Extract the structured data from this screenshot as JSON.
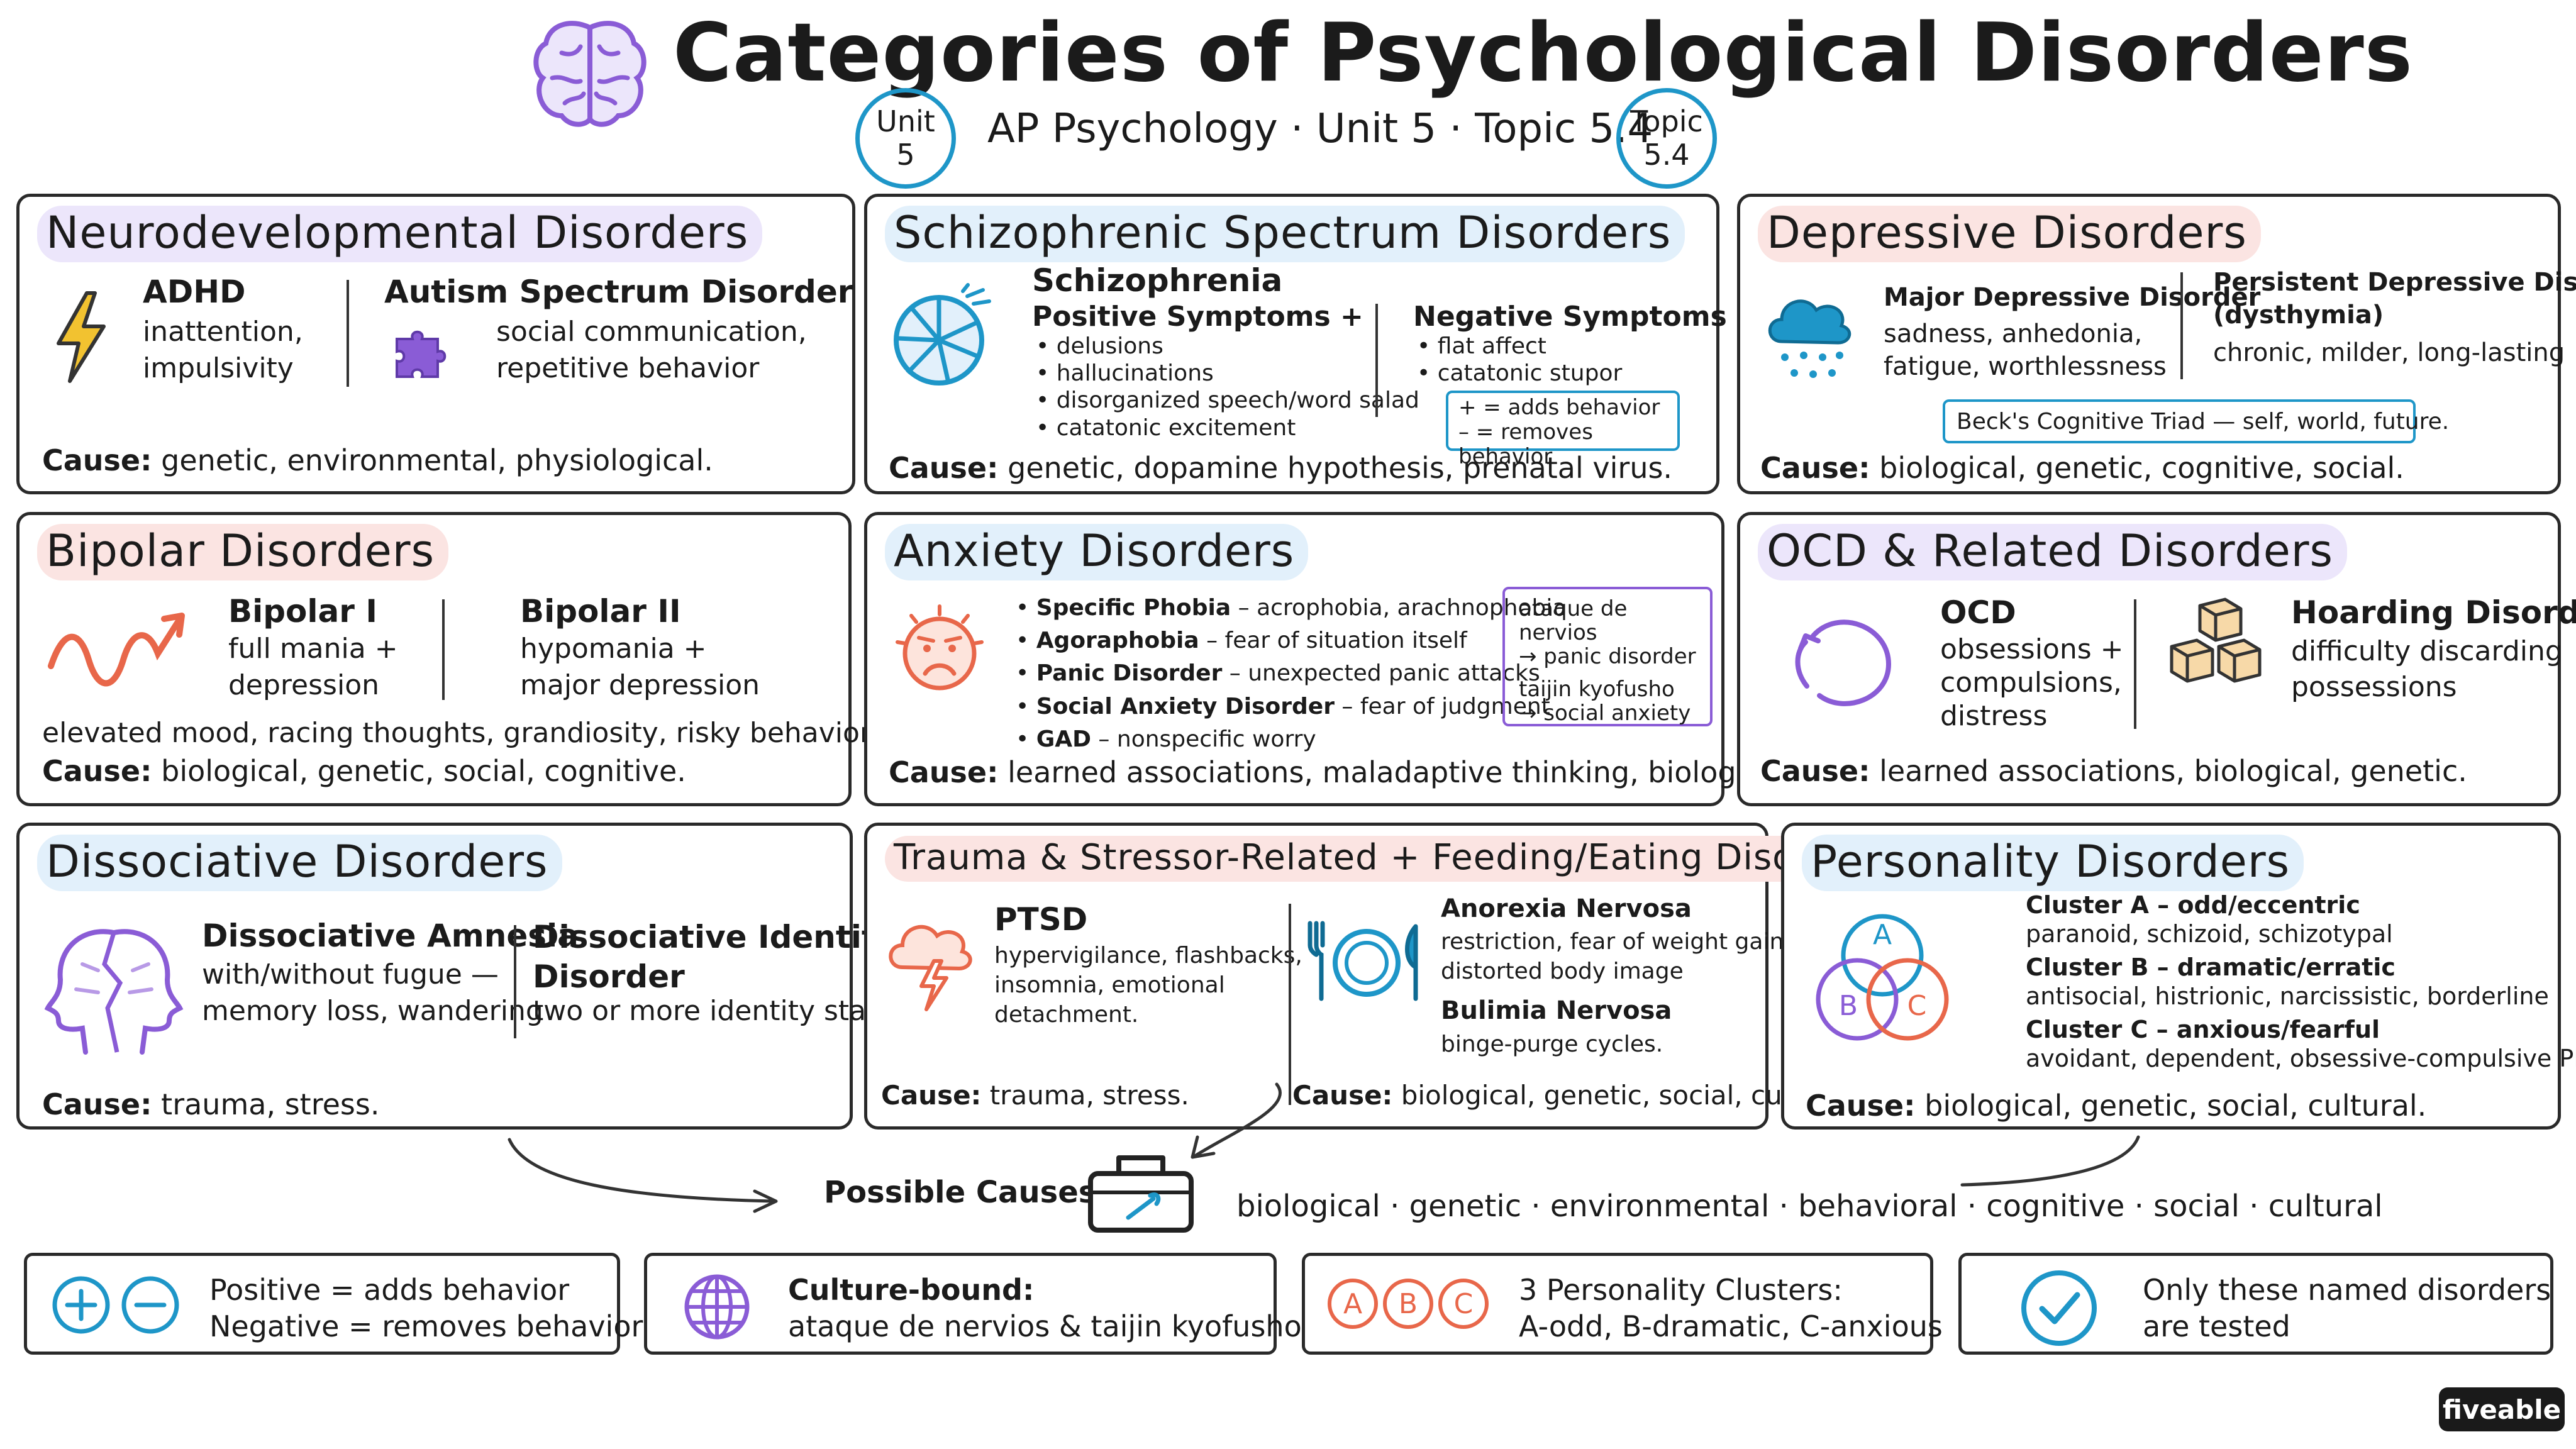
{
  "header": {
    "title": "Categories of Psychological Disorders",
    "unit_badge": [
      "Unit",
      "5"
    ],
    "topic_badge": [
      "Topic",
      "5.4"
    ],
    "subtitle": "AP Psychology · Unit 5 · Topic 5.4"
  },
  "cards": {
    "neuro": {
      "title": "Neurodevelopmental Disorders",
      "adhd": {
        "name": "ADHD",
        "desc": [
          "inattention,",
          "impulsivity"
        ]
      },
      "asd": {
        "name": "Autism Spectrum Disorder (ASD)",
        "desc": [
          "social communication,",
          "repetitive behavior"
        ]
      },
      "cause_label": "Cause:",
      "cause": "genetic, environmental, physiological."
    },
    "schizo": {
      "title": "Schizophrenic Spectrum Disorders",
      "heading": "Schizophrenia",
      "positive_heading": "Positive Symptoms +",
      "positive": [
        "delusions",
        "hallucinations",
        "disorganized speech/word salad",
        "catatonic excitement"
      ],
      "negative_heading": "Negative Symptoms –",
      "negative": [
        "flat affect",
        "catatonic stupor"
      ],
      "note": [
        "+ = adds behavior",
        "– = removes behavior"
      ],
      "cause_label": "Cause:",
      "cause": "genetic, dopamine hypothesis, prenatal virus."
    },
    "depressive": {
      "title": "Depressive Disorders",
      "mdd": {
        "name": "Major Depressive Disorder",
        "desc": [
          "sadness, anhedonia,",
          "fatigue, worthlessness"
        ]
      },
      "pdd": {
        "name": [
          "Persistent Depressive Disorder",
          "(dysthymia)"
        ],
        "desc": "chronic, milder, long-lasting"
      },
      "note": "Beck's Cognitive Triad — self, world, future.",
      "cause_label": "Cause:",
      "cause": "biological, genetic, cognitive, social."
    },
    "bipolar": {
      "title": "Bipolar Disorders",
      "b1": {
        "name": "Bipolar I",
        "desc": [
          "full mania +",
          "depression"
        ]
      },
      "b2": {
        "name": "Bipolar II",
        "desc": [
          "hypomania +",
          "major depression"
        ]
      },
      "symptoms": "elevated mood, racing thoughts, grandiosity, risky behavior.",
      "cause_label": "Cause:",
      "cause": "biological, genetic, social, cognitive."
    },
    "anxiety": {
      "title": "Anxiety Disorders",
      "items": [
        {
          "name": "Specific Phobia",
          "desc": " – acrophobia, arachnophobia"
        },
        {
          "name": "Agoraphobia",
          "desc": " – fear of situation itself"
        },
        {
          "name": "Panic Disorder",
          "desc": " – unexpected panic attacks"
        },
        {
          "name": "Social Anxiety Disorder",
          "desc": " – fear of judgment"
        },
        {
          "name": "GAD",
          "desc": " – nonspecific worry"
        }
      ],
      "note": [
        "ataque de nervios",
        "→ panic disorder",
        "taijin kyofusho",
        "→ social anxiety"
      ],
      "cause_label": "Cause:",
      "cause": "learned associations, maladaptive thinking, biological."
    },
    "ocd": {
      "title": "OCD & Related Disorders",
      "ocd": {
        "name": "OCD",
        "desc": [
          "obsessions +",
          "compulsions,",
          "distress"
        ]
      },
      "hoarding": {
        "name": "Hoarding Disorder",
        "desc": [
          "difficulty discarding",
          "possessions"
        ]
      },
      "cause_label": "Cause:",
      "cause": "learned associations, biological, genetic."
    },
    "dissociative": {
      "title": "Dissociative Disorders",
      "amnesia": {
        "name": "Dissociative Amnesia",
        "desc": [
          "with/without fugue —",
          "memory loss, wandering"
        ]
      },
      "did": {
        "name": [
          "Dissociative Identity",
          "Disorder"
        ],
        "desc": "two or more identity states"
      },
      "cause_label": "Cause:",
      "cause": "trauma, stress."
    },
    "trauma": {
      "title": "Trauma & Stressor-Related + Feeding/Eating Disorders",
      "ptsd": {
        "name": "PTSD",
        "desc": [
          "hypervigilance, flashbacks,",
          "insomnia, emotional",
          "detachment."
        ]
      },
      "anorexia": {
        "name": "Anorexia Nervosa",
        "desc": [
          "restriction, fear of weight gain,",
          "distorted body image"
        ]
      },
      "bulimia": {
        "name": "Bulimia Nervosa",
        "desc": "binge-purge cycles."
      },
      "cause1_label": "Cause:",
      "cause1": "trauma, stress.",
      "cause2_label": "Cause:",
      "cause2": "biological, genetic, social, cultural."
    },
    "personality": {
      "title": "Personality Disorders",
      "venn": [
        "A",
        "B",
        "C"
      ],
      "clusters": [
        {
          "name": "Cluster A – odd/eccentric",
          "desc": "paranoid, schizoid, schizotypal"
        },
        {
          "name": "Cluster B – dramatic/erratic",
          "desc": "antisocial, histrionic, narcissistic, borderline"
        },
        {
          "name": "Cluster C – anxious/fearful",
          "desc": "avoidant, dependent, obsessive-compulsive PD"
        }
      ],
      "cause_label": "Cause:",
      "cause": "biological, genetic, social, cultural."
    }
  },
  "causes": {
    "label": "Possible Causes:",
    "list": "biological · genetic · environmental · behavioral · cognitive · social · cultural"
  },
  "bottom": [
    {
      "lines": [
        "Positive = adds behavior",
        "Negative = removes behavior"
      ]
    },
    {
      "lines": [
        "Culture-bound:",
        "ataque de nervios & taijin kyofusho"
      ]
    },
    {
      "lines": [
        "3 Personality Clusters:",
        "A-odd, B-dramatic, C-anxious"
      ],
      "badges": [
        "A",
        "B",
        "C"
      ]
    },
    {
      "lines": [
        "Only these named disorders",
        "are tested"
      ]
    }
  ],
  "brand": "fiveable",
  "colors": {
    "blue": "#1e96c8",
    "purple": "#8a5cd6",
    "coral": "#e8674a",
    "yellow": "#f2c230"
  }
}
